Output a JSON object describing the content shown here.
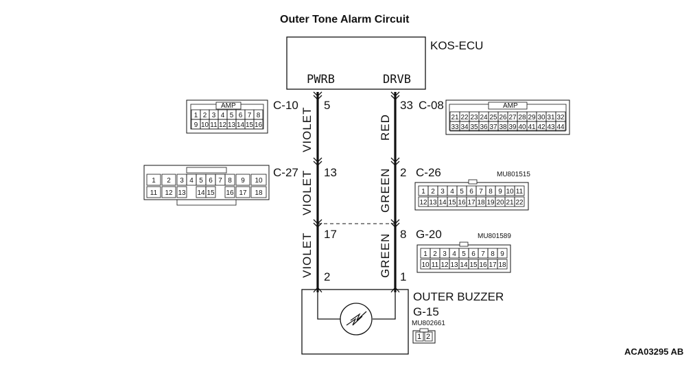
{
  "title": "Outer Tone Alarm Circuit",
  "reference": "ACA03295 AB",
  "ecu": {
    "name": "KOS-ECU",
    "terminal_left": "PWRB",
    "terminal_right": "DRVB"
  },
  "wire_left": {
    "color_upper": "VIOLET",
    "color_middle": "VIOLET",
    "color_lower": "VIOLET",
    "pin_ecu": "5",
    "pin_c27": "13",
    "pin_g20": "17",
    "pin_buzzer": "2"
  },
  "wire_right": {
    "color_upper": "RED",
    "color_middle": "GREEN",
    "color_lower": "GREEN",
    "pin_ecu": "33",
    "pin_c26": "2",
    "pin_g20": "8",
    "pin_buzzer": "1"
  },
  "connectors": {
    "c10": {
      "name": "C-10",
      "tag": "AMP",
      "row1": [
        "1",
        "2",
        "3",
        "4",
        "5",
        "6",
        "7",
        "8"
      ],
      "row2": [
        "9",
        "10",
        "11",
        "12",
        "13",
        "14",
        "15",
        "16"
      ]
    },
    "c08": {
      "name": "C-08",
      "tag": "AMP",
      "row1": [
        "21",
        "22",
        "23",
        "24",
        "25",
        "26",
        "27",
        "28",
        "29",
        "30",
        "31",
        "32"
      ],
      "row2": [
        "33",
        "34",
        "35",
        "36",
        "37",
        "38",
        "39",
        "40",
        "41",
        "42",
        "43",
        "44"
      ]
    },
    "c27": {
      "name": "C-27",
      "row1": [
        "1",
        "2",
        "3",
        "4",
        "5",
        "6",
        "7",
        "8",
        "9",
        "10"
      ],
      "row2": [
        "11",
        "12",
        "13",
        "14",
        "15",
        "16",
        "17",
        "18"
      ]
    },
    "c26": {
      "name": "C-26",
      "part": "MU801515",
      "row1": [
        "1",
        "2",
        "3",
        "4",
        "5",
        "6",
        "7",
        "8",
        "9",
        "10",
        "11"
      ],
      "row2": [
        "12",
        "13",
        "14",
        "15",
        "16",
        "17",
        "18",
        "19",
        "20",
        "21",
        "22"
      ]
    },
    "g20": {
      "name": "G-20",
      "part": "MU801589",
      "row1": [
        "1",
        "2",
        "3",
        "4",
        "5",
        "6",
        "7",
        "8",
        "9"
      ],
      "row2": [
        "10",
        "11",
        "12",
        "13",
        "14",
        "15",
        "16",
        "17",
        "18"
      ]
    },
    "g15": {
      "name": "G-15",
      "part": "MU802661",
      "pins": [
        "1",
        "2"
      ]
    }
  },
  "buzzer": {
    "name": "OUTER BUZZER"
  }
}
